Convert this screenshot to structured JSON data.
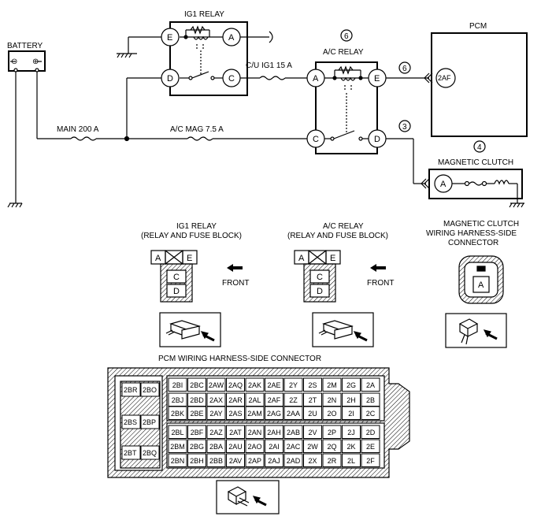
{
  "schematic": {
    "battery_label": "BATTERY",
    "battery_minus": "⊖",
    "battery_plus": "⊕",
    "main_fuse_label": "MAIN 200 A",
    "ig1_relay_label": "IG1 RELAY",
    "ig1_pins": {
      "e": "E",
      "a": "A",
      "d": "D",
      "c": "C"
    },
    "cu_fuse_label": "C/U IG1 15 A",
    "acmag_fuse_label": "A/C MAG 7.5 A",
    "ac_relay_callout": "6",
    "ac_relay_label": "A/C RELAY",
    "ac_pins": {
      "a": "A",
      "e": "E",
      "c": "C",
      "d": "D"
    },
    "wire_callout_pcm": "6",
    "wire_callout_clutch": "3",
    "pcm_label": "PCM",
    "pcm_pin": "2AF",
    "clutch_callout": "4",
    "clutch_label": "MAGNETIC CLUTCH",
    "clutch_pin": "A"
  },
  "connectors": {
    "ig1": {
      "title_line1": "IG1 RELAY",
      "title_line2": "(RELAY AND FUSE BLOCK)",
      "pins": {
        "a": "A",
        "e": "E",
        "c": "C",
        "d": "D"
      },
      "front_label": "FRONT"
    },
    "ac": {
      "title_line1": "A/C RELAY",
      "title_line2": "(RELAY AND FUSE BLOCK)",
      "pins": {
        "a": "A",
        "e": "E",
        "c": "C",
        "d": "D"
      },
      "front_label": "FRONT"
    },
    "clutch": {
      "title_line1": "MAGNETIC CLUTCH",
      "title_line2": "WIRING HARNESS-SIDE",
      "title_line3": "CONNECTOR",
      "pin": "A"
    }
  },
  "pcm_connector": {
    "title": "PCM WIRING HARNESS-SIDE CONNECTOR",
    "left_pins": {
      "a": "2BR",
      "b": "2BO",
      "c": "2BS",
      "d": "2BP",
      "e": "2BT",
      "f": "2BQ"
    },
    "rows": [
      [
        "2BI",
        "2BC",
        "2AW",
        "2AQ",
        "2AK",
        "2AE",
        "2Y",
        "2S",
        "2M",
        "2G",
        "2A"
      ],
      [
        "2BJ",
        "2BD",
        "2AX",
        "2AR",
        "2AL",
        "2AF",
        "2Z",
        "2T",
        "2N",
        "2H",
        "2B"
      ],
      [
        "2BK",
        "2BE",
        "2AY",
        "2AS",
        "2AM",
        "2AG",
        "2AA",
        "2U",
        "2O",
        "2I",
        "2C"
      ],
      [
        "2BL",
        "2BF",
        "2AZ",
        "2AT",
        "2AN",
        "2AH",
        "2AB",
        "2V",
        "2P",
        "2J",
        "2D"
      ],
      [
        "2BM",
        "2BG",
        "2BA",
        "2AU",
        "2AO",
        "2AI",
        "2AC",
        "2W",
        "2Q",
        "2K",
        "2E"
      ],
      [
        "2BN",
        "2BH",
        "2BB",
        "2AV",
        "2AP",
        "2AJ",
        "2AD",
        "2X",
        "2R",
        "2L",
        "2F"
      ]
    ]
  }
}
